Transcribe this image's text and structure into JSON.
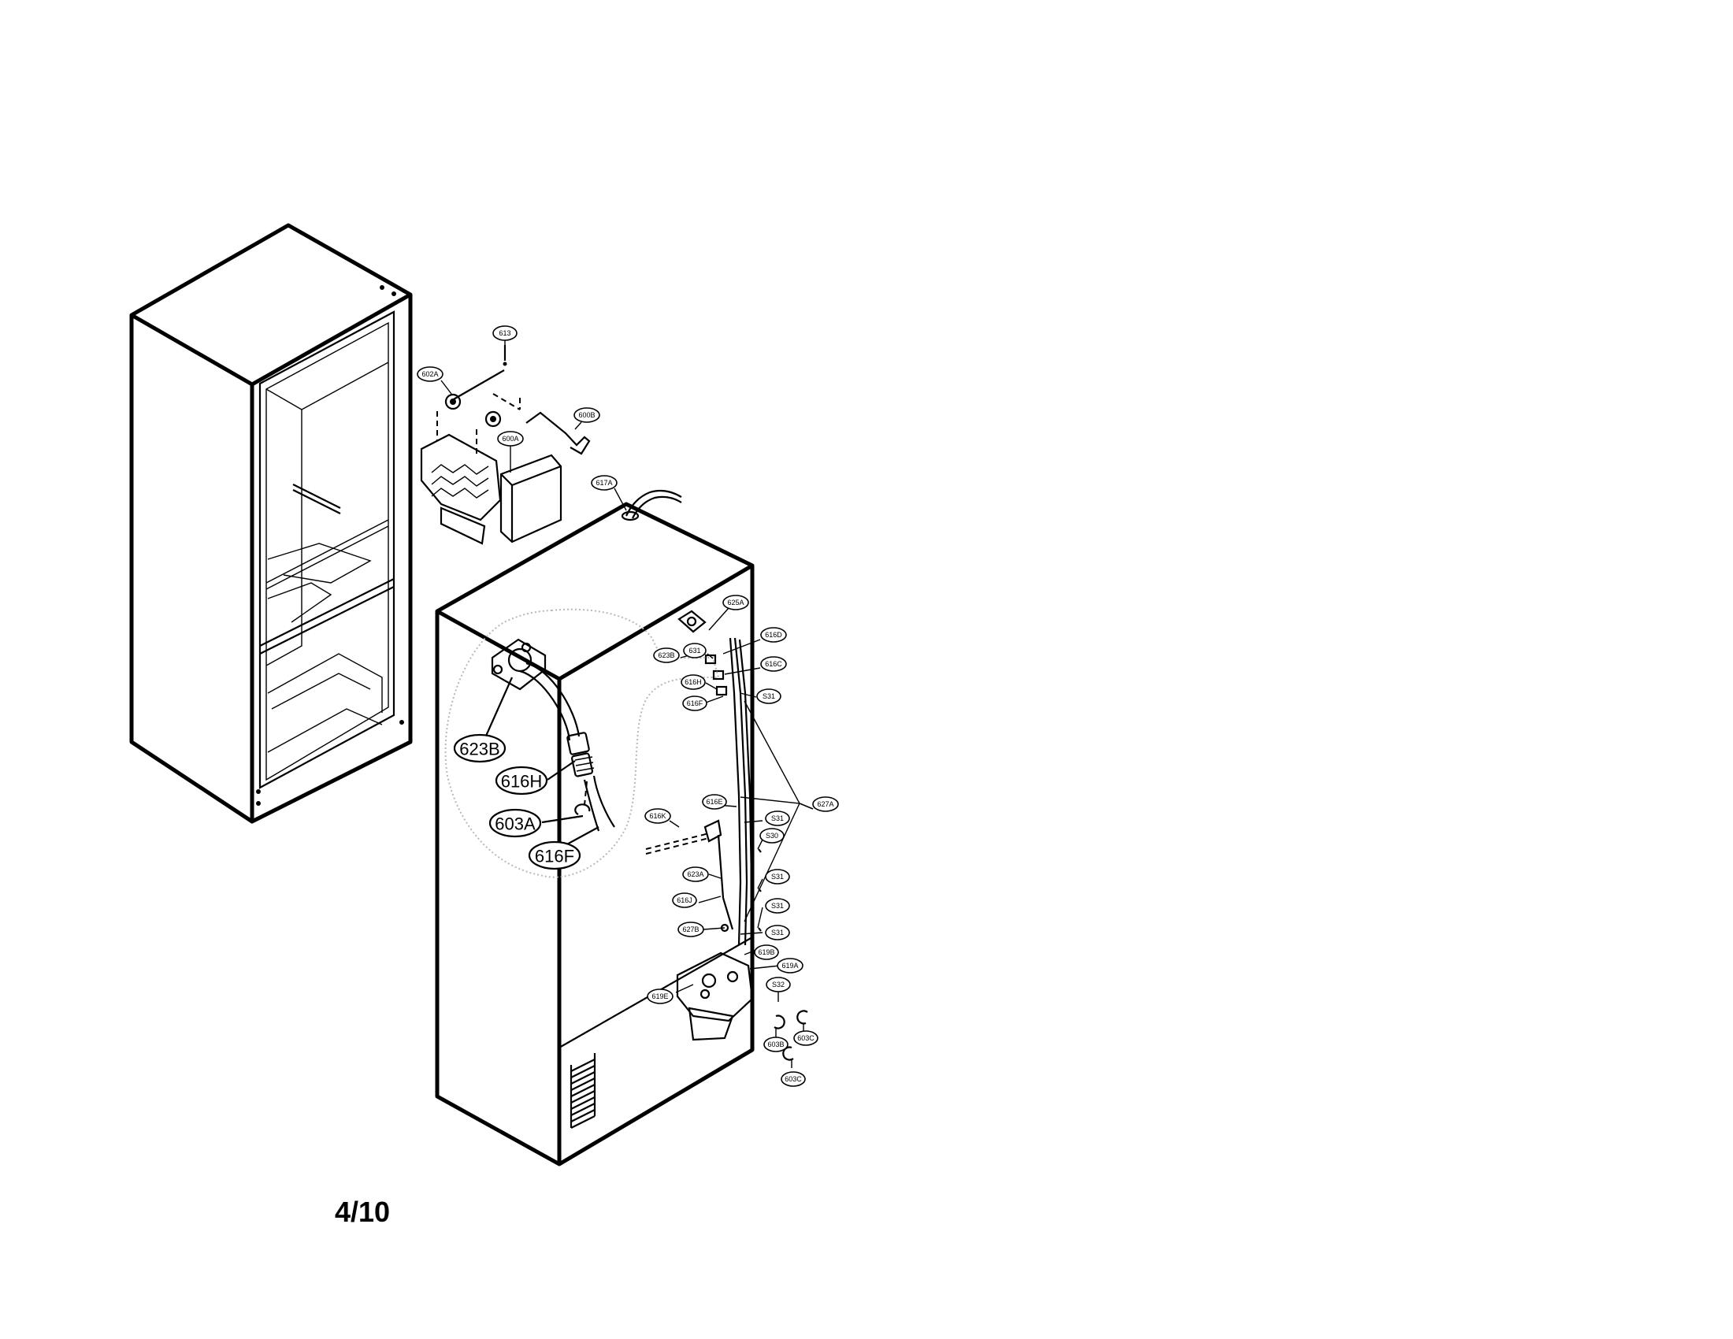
{
  "page_number": "4/10",
  "callouts": {
    "c613": "613",
    "c602a": "602A",
    "c600b": "600B",
    "c600a": "600A",
    "c617a": "617A",
    "c625a": "625A",
    "c623b_small": "623B",
    "c631_a": "631",
    "c616d": "616D",
    "c616c": "616C",
    "c616h_small": "616H",
    "c616f_small": "616F",
    "c631_b": "S31",
    "c627a": "627A",
    "c616e": "616E",
    "c631_c": "S31",
    "c616k": "616K",
    "c630": "S30",
    "c623a": "623A",
    "c631_d": "S31",
    "c616j": "616J",
    "c631_e": "S31",
    "c627b": "627B",
    "c631_f": "S31",
    "c619b": "619B",
    "c619a": "619A",
    "c632": "S32",
    "c619e": "619E",
    "c603b": "603B",
    "c603c_a": "603C",
    "c603c_b": "603C"
  },
  "detail_callouts": {
    "d623b": "623B",
    "d616h": "616H",
    "d603a": "603A",
    "d616f": "616F"
  }
}
